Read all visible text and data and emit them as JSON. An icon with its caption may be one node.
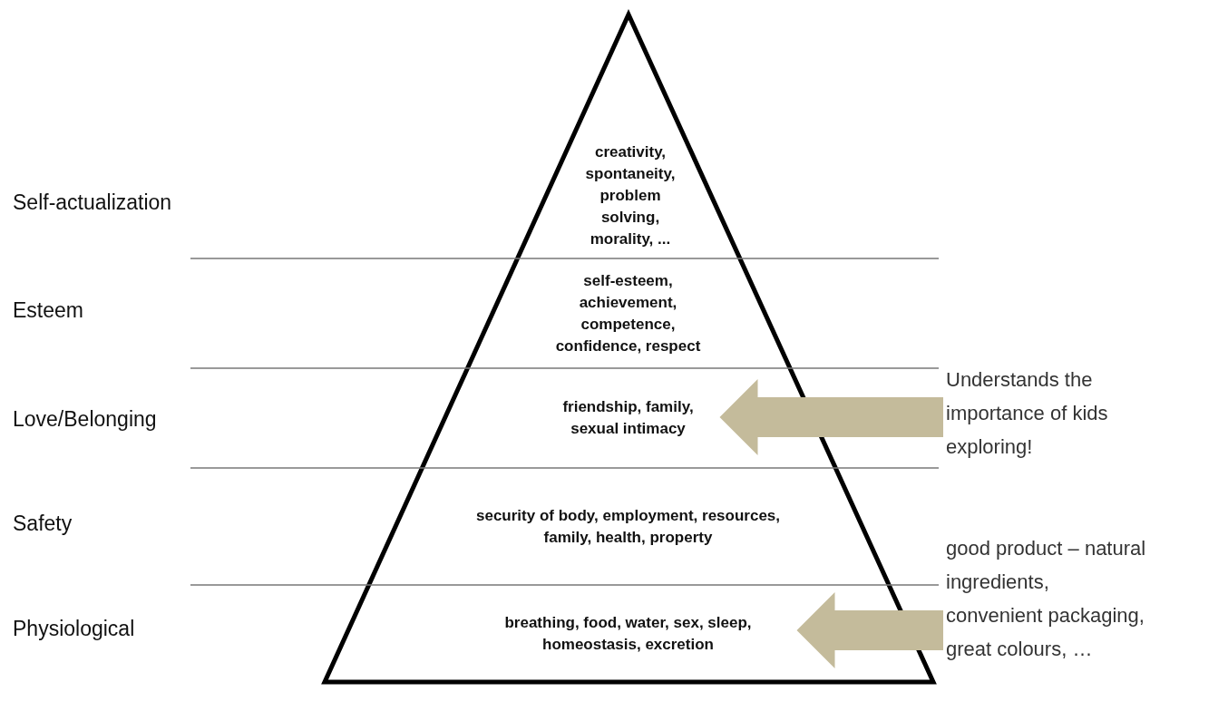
{
  "diagram": {
    "nodes": [
      {
        "text": [
          "creativity, spontaneity, problem solving, morality, ..."
        ]
      },
      {
        "text": [
          "self-esteem, achievement, competence, confidence, respect"
        ]
      },
      {
        "text": [
          "friendship, family, sexual intimacy"
        ]
      },
      {
        "text": [
          "security of body, employment, resources, family, health, property"
        ]
      },
      {
        "text": [
          "breathing, food, water, sex, sleep, homeostasis, excretion"
        ]
      },
      {
        "text": [
          "Understands the importance of kids exploring!"
        ]
      },
      {
        "text": [
          "good product – natural ingredients, convenient packaging, great colours, …"
        ]
      }
    ],
    "edges": [
      {
        "from": 5,
        "to": 2,
        "arrow": "to",
        "style": "thick",
        "color": "#c4bb9b"
      },
      {
        "from": 6,
        "to": 4,
        "arrow": "to",
        "style": "thick",
        "color": "#c4bb9b"
      }
    ],
    "labels": [
      "Self-actualization",
      "Esteem",
      "Love/Belonging",
      "Safety",
      "Physiological"
    ]
  }
}
